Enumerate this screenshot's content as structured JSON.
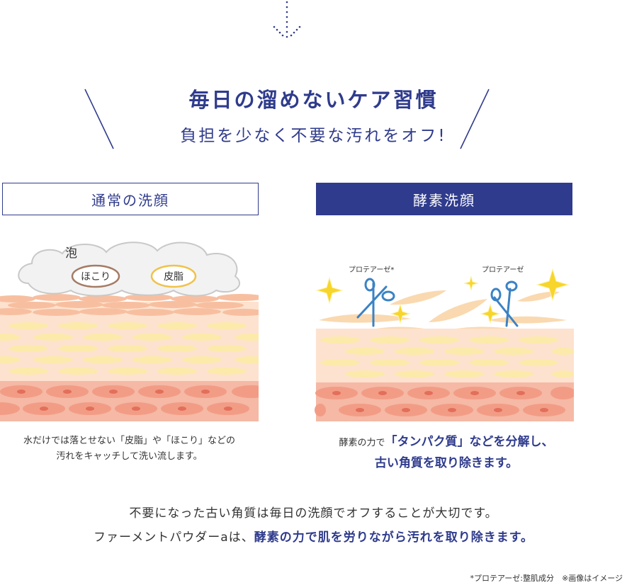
{
  "header": {
    "title": "毎日の溜めないケア習慣",
    "subtitle": "負担を少なく不要な汚れをオフ!"
  },
  "panels": {
    "normal": {
      "label": "通常の洗顔",
      "foam_label": "泡",
      "bubble_dust": "ほこり",
      "bubble_sebum": "皮脂",
      "caption_line1": "水だけでは落とせない「皮脂」や「ほこり」などの",
      "caption_line2": "汚れをキャッチして洗い流します。"
    },
    "enzyme": {
      "label": "酵素洗顔",
      "protease_label_1": "プロテアーゼ*",
      "protease_label_2": "プロテアーゼ",
      "caption_pre": "酵素の力で",
      "caption_highlight": "「タンパク質」などを分解し、",
      "caption_line2": "古い角質を取り除きます。"
    }
  },
  "summary": {
    "line1": "不要になった古い角質は毎日の洗顔でオフすることが大切です。",
    "line2_pre": "ファーメントパウダーaは、",
    "line2_highlight": "酵素の力で肌を労りながら汚れを取り除きます。"
  },
  "footnote": "*プロテアーゼ:整肌成分　※画像はイメージ",
  "colors": {
    "accent": "#2f3b8c",
    "skin_pink": "#f7c6a8",
    "skin_cream": "#fbe9a8",
    "cell_red": "#eea08a",
    "sparkle": "#f7d52a",
    "scissors": "#3b82c4"
  },
  "icons": [
    "down-arrow-icon",
    "sparkle-icon",
    "scissors-icon",
    "cloud-icon"
  ]
}
